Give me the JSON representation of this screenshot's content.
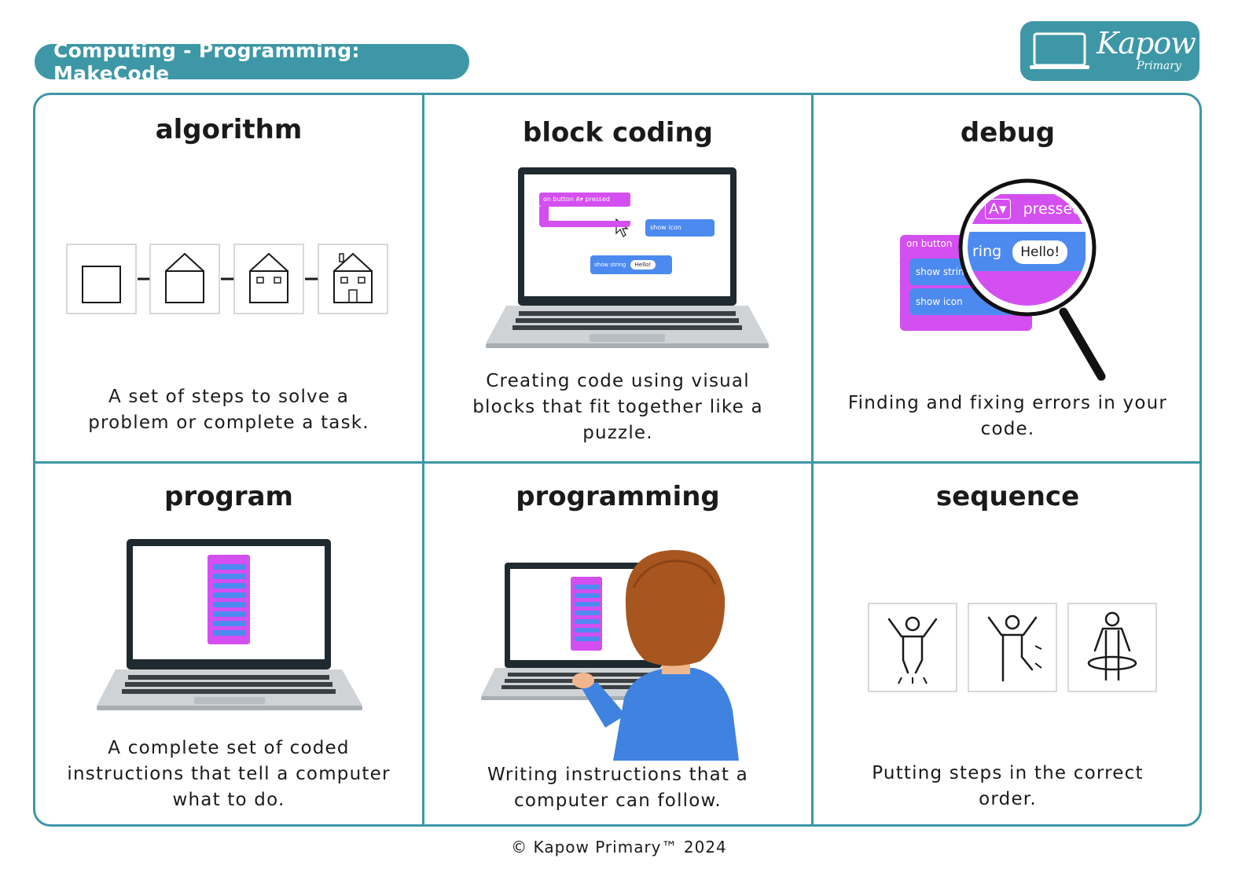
{
  "header": {
    "title": "Computing - Programming: MakeCode"
  },
  "logo": {
    "word": "Kapow",
    "sub": "Primary"
  },
  "cards": [
    {
      "term": "algorithm",
      "definition": "A set of steps to solve a problem or complete a task."
    },
    {
      "term": "block coding",
      "definition": "Creating code using visual blocks that fit together like a puzzle."
    },
    {
      "term": "debug",
      "definition": "Finding and fixing errors in your code."
    },
    {
      "term": "program",
      "definition": "A complete set of coded instructions that tell a computer what to do."
    },
    {
      "term": "programming",
      "definition": "Writing instructions that a computer can follow."
    },
    {
      "term": "sequence",
      "definition": "Putting steps in the correct order."
    }
  ],
  "block_labels": {
    "on_button": "on button",
    "a_key": "A▾",
    "pressed": "pressed",
    "show_icon": "show icon",
    "show_string": "show string",
    "hello": "Hello!"
  },
  "debug_labels": {
    "on_button": "on button",
    "show_string": "show strin",
    "ring": "ring",
    "show_icon": "show icon",
    "a_key": "A▾",
    "pressed": "pressed",
    "hello": "Hello!"
  },
  "footer": {
    "text": "© Kapow Primary™ 2024"
  },
  "colors": {
    "accent": "#3d97a6",
    "block_magenta": "#d44ff0",
    "block_blue": "#4d8af0"
  }
}
